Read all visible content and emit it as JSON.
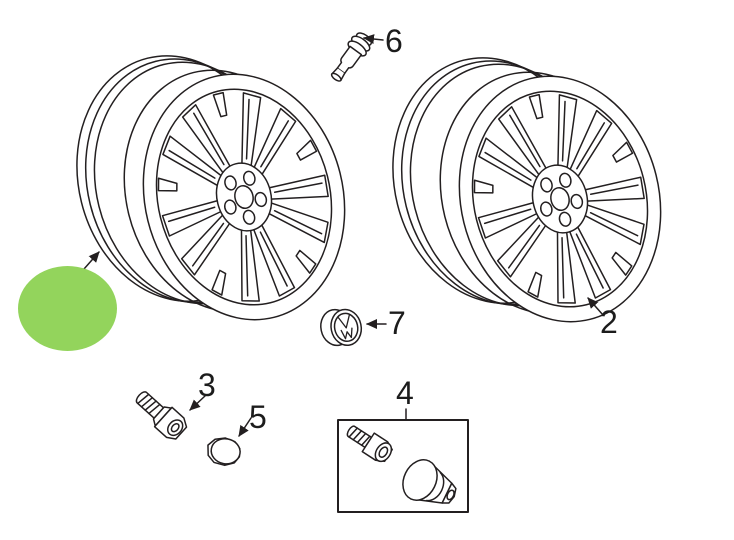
{
  "diagram": {
    "type": "exploded-parts-diagram",
    "background": "#ffffff",
    "line_color": "#231f20",
    "highlight": {
      "shape": "ellipse",
      "color": "#93d45c",
      "marks_part": "alloy-wheel-left"
    },
    "parts": [
      {
        "callout": "2",
        "icon": "alloy-wheel"
      },
      {
        "callout": "3",
        "icon": "wheel-lug-bolt"
      },
      {
        "callout": "4",
        "icon": "wheel-lock-kit-box"
      },
      {
        "callout": "5",
        "icon": "lug-bolt-cap"
      },
      {
        "callout": "6",
        "icon": "tire-valve-stem"
      },
      {
        "callout": "7",
        "icon": "vw-center-cap"
      }
    ]
  }
}
